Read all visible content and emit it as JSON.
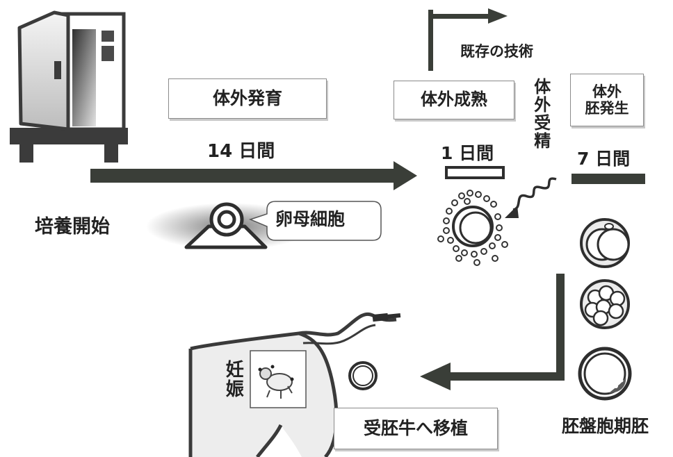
{
  "labels": {
    "existing_tech": "既存の技術",
    "in_vitro_growth": "体外発育",
    "duration_growth": "14 日間",
    "culture_start": "培養開始",
    "oocyte": "卵母細胞",
    "in_vitro_maturation": "体外成熟",
    "in_vitro_fertilization": "体外受精",
    "embryo_dev_line1": "体外",
    "embryo_dev_line2": "胚発生",
    "duration_maturation": "1 日間",
    "duration_embryo": "7 日間",
    "blastocyst": "胚盤胞期胚",
    "transfer": "受胚牛へ移植",
    "pregnancy": "妊娠"
  },
  "colors": {
    "arrow": "#3a3e38",
    "ink": "#222222",
    "box_border": "#8a8a8a"
  }
}
